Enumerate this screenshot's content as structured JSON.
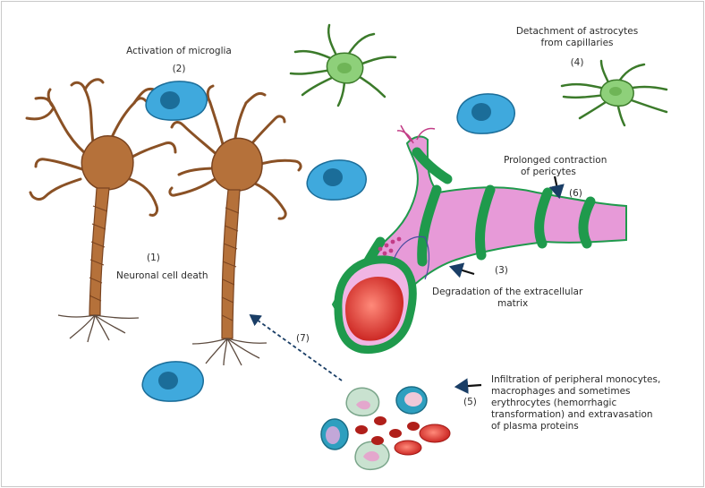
{
  "labels": {
    "n1": "(1)",
    "n1_text": "Neuronal cell death",
    "n2": "(2)",
    "n2_text": "Activation of microglia",
    "n3": "(3)",
    "n3_text_1": "Degradation of the extracellular",
    "n3_text_2": "matrix",
    "n4": "(4)",
    "n4_text_1": "Detachment of astrocytes",
    "n4_text_2": "from capillaries",
    "n5": "(5)",
    "n5_text_1": "Infiltration of peripheral monocytes,",
    "n5_text_2": "macrophages and sometimes",
    "n5_text_3": "erythrocytes (hemorrhagic",
    "n5_text_4": "transformation) and extravasation",
    "n5_text_5": "of plasma proteins",
    "n6": "(6)",
    "n6_text_1": "Prolonged contraction",
    "n6_text_2": "of pericytes",
    "n7": "(7)"
  },
  "colors": {
    "neuron": "#b5713a",
    "neuron_dark": "#7a4420",
    "microglia": "#3fa9dd",
    "astrocyte": "#8ed07a",
    "vessel": "#e79ad8",
    "pericyte": "#1f9a4c",
    "erythrocyte": "#d83a32"
  }
}
